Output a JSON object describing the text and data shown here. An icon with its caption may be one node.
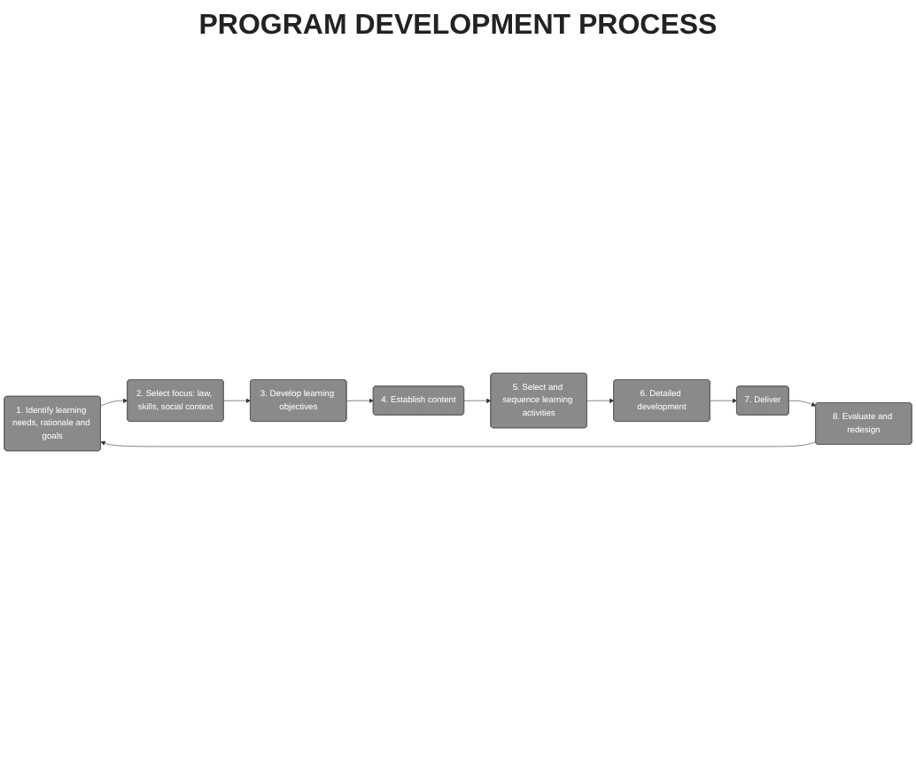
{
  "diagram": {
    "title": "PROGRAM DEVELOPMENT PROCESS",
    "nodes": [
      {
        "text": [
          "1. Identify learning needs, rationale and goals"
        ]
      },
      {
        "text": [
          "2. Select focus: law, skills, social context"
        ]
      },
      {
        "text": [
          "3. Develop learning objectives"
        ]
      },
      {
        "text": [
          "4. Establish content"
        ]
      },
      {
        "text": [
          "5. Select and sequence learning activities"
        ]
      },
      {
        "text": [
          "6. Detailed development"
        ]
      },
      {
        "text": [
          "7. Deliver"
        ]
      },
      {
        "text": [
          "8. Evaluate and redesign"
        ]
      }
    ],
    "edges": [
      {
        "from": 0,
        "to": 1,
        "arrow": "to"
      },
      {
        "from": 1,
        "to": 2,
        "arrow": "to"
      },
      {
        "from": 2,
        "to": 3,
        "arrow": "to"
      },
      {
        "from": 3,
        "to": 4,
        "arrow": "to"
      },
      {
        "from": 4,
        "to": 5,
        "arrow": "to"
      },
      {
        "from": 5,
        "to": 6,
        "arrow": "to"
      },
      {
        "from": 6,
        "to": 7,
        "arrow": "to"
      },
      {
        "from": 7,
        "to": 0,
        "arrow": "to"
      }
    ]
  }
}
